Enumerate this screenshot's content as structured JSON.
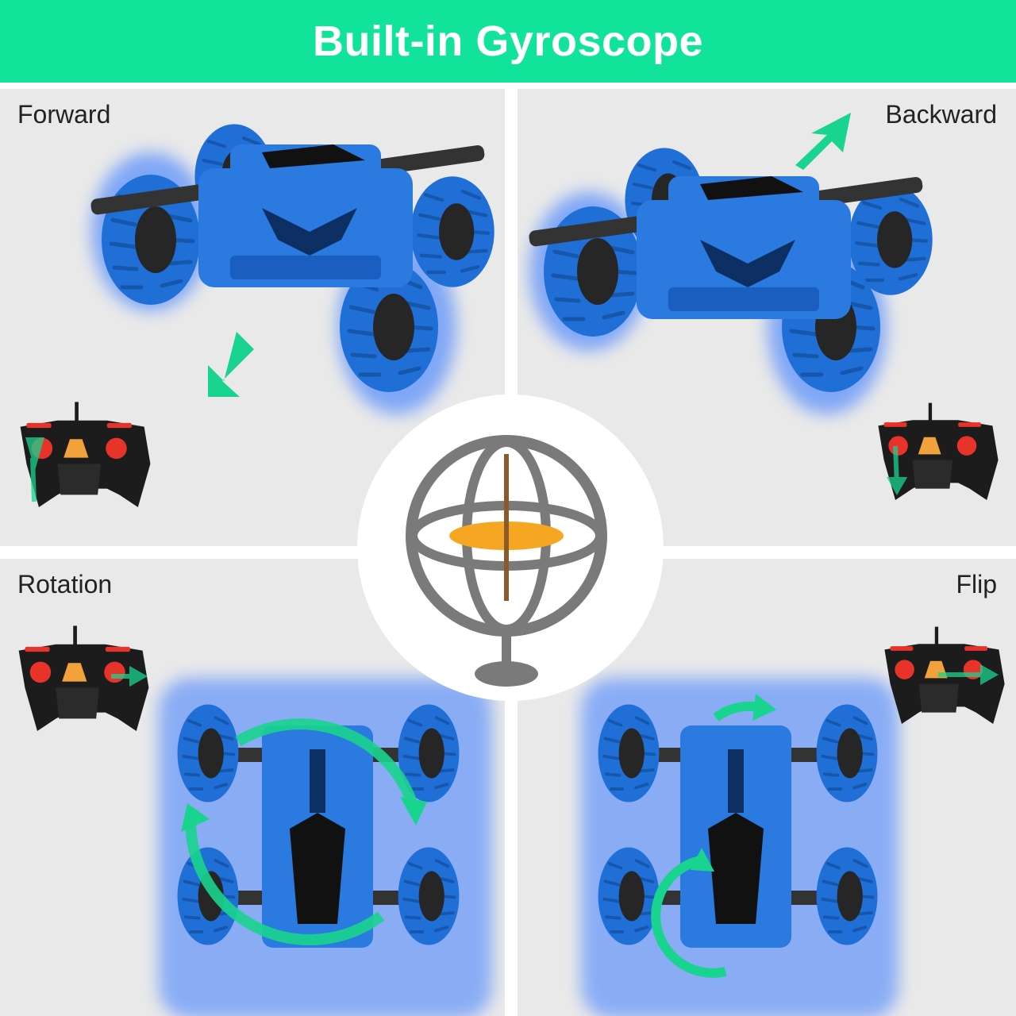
{
  "banner": {
    "title": "Built-in Gyroscope"
  },
  "panels": {
    "forward": {
      "label": "Forward"
    },
    "backward": {
      "label": "Backward"
    },
    "rotation": {
      "label": "Rotation"
    },
    "flip": {
      "label": "Flip"
    }
  },
  "colors": {
    "banner": "#12e39a",
    "car_blue": "#1f6fd6",
    "arrow_green": "#19d48e",
    "gyro_disc": "#f5a623",
    "remote_body": "#1c1c1c",
    "remote_button": "#e8332a"
  },
  "icons": {
    "center": "gyroscope-icon",
    "arrows": "direction-arrow-icon",
    "remote": "remote-controller-icon",
    "car": "stunt-car-image"
  }
}
